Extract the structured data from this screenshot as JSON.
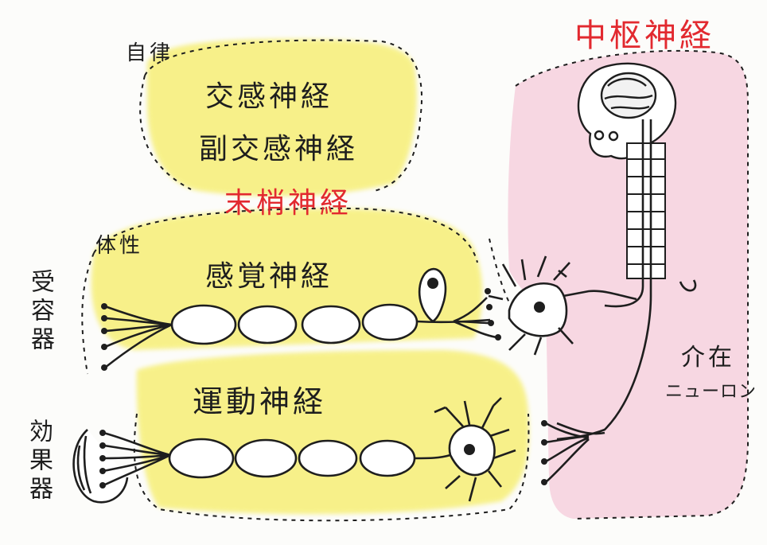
{
  "labels": {
    "autonomic": "自律",
    "sympathetic": "交感神経",
    "parasympathetic": "副交感神経",
    "peripheral": "末梢神経",
    "central": "中枢神経",
    "somatic": "体性",
    "sensory": "感覚神経",
    "motor": "運動神経",
    "receptor": "受容器",
    "effector": "効果器",
    "interneuron_line1": "介在",
    "interneuron_line2": "ニューロン"
  },
  "colors": {
    "highlight_yellow": "#f5ec5a",
    "central_pink": "#f2aac6",
    "ink": "#1e1e1e",
    "heading_red": "#e2292f"
  }
}
